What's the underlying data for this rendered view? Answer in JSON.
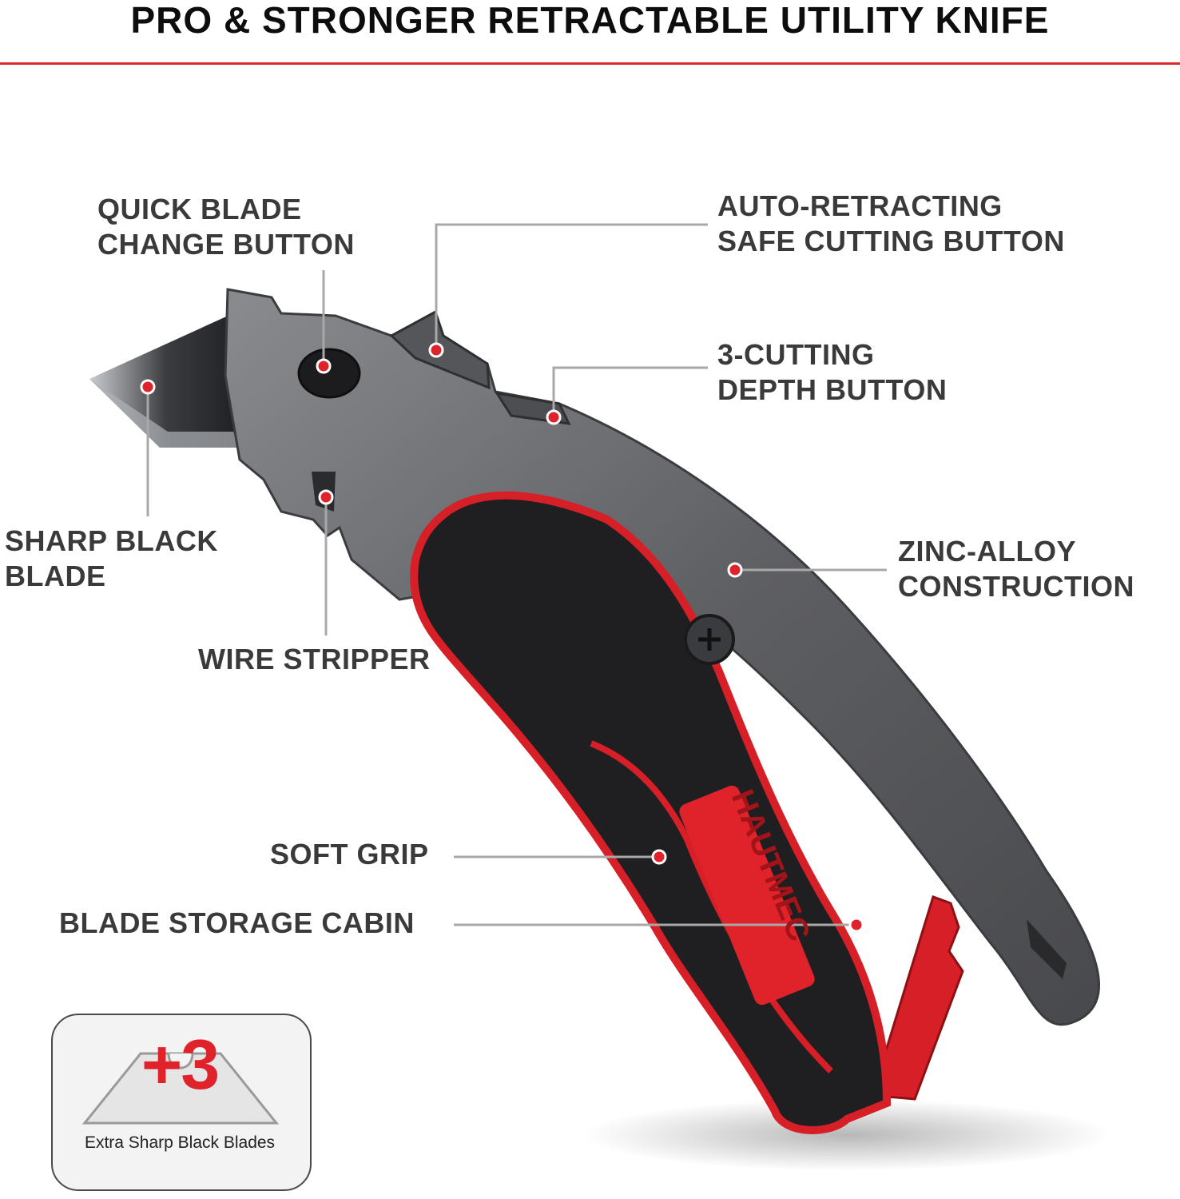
{
  "title": "PRO & STRONGER RETRACTABLE UTILITY KNIFE",
  "callouts": {
    "quick_blade": [
      "QUICK BLADE",
      "CHANGE BUTTON"
    ],
    "auto_retract": [
      "AUTO-RETRACTING",
      "SAFE CUTTING BUTTON"
    ],
    "depth": [
      "3-CUTTING",
      "DEPTH BUTTON"
    ],
    "blade": [
      "SHARP BLACK",
      "BLADE"
    ],
    "zinc": [
      "ZINC-ALLOY",
      "CONSTRUCTION"
    ],
    "wire": "WIRE STRIPPER",
    "grip": "SOFT GRIP",
    "storage": "BLADE STORAGE CABIN"
  },
  "brand": "HAUTMEC",
  "badge": {
    "count": "+3",
    "caption": "Extra Sharp Black Blades"
  },
  "colors": {
    "accent": "#e0232a",
    "label": "#3a3a3a",
    "body_metal": "#6b6c6f",
    "grip": "#1f1f21"
  }
}
